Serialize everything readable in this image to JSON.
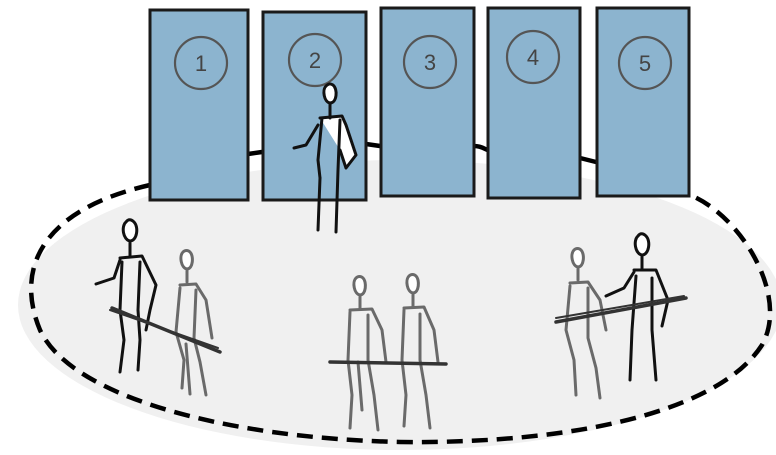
{
  "doors": [
    {
      "number": "1"
    },
    {
      "number": "2"
    },
    {
      "number": "3"
    },
    {
      "number": "4"
    },
    {
      "number": "5"
    }
  ],
  "colors": {
    "door_fill": "#8cb4cf",
    "door_stroke": "#1a1a1a",
    "number_circle": "#555555",
    "floor_fill": "#f0f0f0",
    "floor_dash": "#000000",
    "figure_front": "#111111",
    "figure_back": "#6a6a6a"
  },
  "icons": {
    "person": "stick-figure-icon",
    "door": "door-icon",
    "bar": "barrier-bar-icon"
  }
}
